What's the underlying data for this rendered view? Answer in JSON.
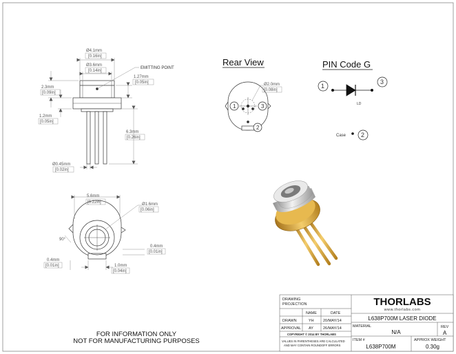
{
  "side_view": {
    "dim_can_dia": "Ø4.1mm",
    "dim_can_dia_in": "[0.16in]",
    "dim_window_dia": "Ø3.6mm",
    "dim_window_dia_in": "[0.14in]",
    "emitting_point": "EMITTING POINT",
    "dim_emit_height": "1.27mm",
    "dim_emit_height_in": "[0.05in]",
    "dim_can_height": "2.3mm",
    "dim_can_height_in": "[0.09in]",
    "dim_flange_height": "1.2mm",
    "dim_flange_height_in": "[0.05in]",
    "dim_lead_length": "6.3mm",
    "dim_lead_length_in": "[0.26in]",
    "dim_lead_dia": "Ø0.45mm",
    "dim_lead_dia_in": "[0.02in]"
  },
  "top_view": {
    "dim_width": "5.6mm",
    "dim_width_in": "[0.22in]",
    "dim_hole": "Ø1.6mm",
    "dim_hole_in": "[0.06in]",
    "dim_angle": "90°",
    "dim_notch": "0.4mm",
    "dim_notch_in": "[0.01in]",
    "dim_left": "0.4mm",
    "dim_left_in": "[0.01in]",
    "dim_key": "1.0mm",
    "dim_key_in": "[0.04in]"
  },
  "rear_view": {
    "title": "Rear View",
    "dim_pin_circle": "Ø2.0mm",
    "dim_pin_circle_in": "[0.08in]",
    "pin1": "1",
    "pin2": "2",
    "pin3": "3"
  },
  "pin_code": {
    "title": "PIN Code G",
    "pin1": "1",
    "pin3": "3",
    "ld_label": "LD",
    "case_label": "Case",
    "case_pin": "2"
  },
  "notice": {
    "line1": "FOR INFORMATION ONLY",
    "line2": "NOT FOR MANUFACTURING PURPOSES"
  },
  "title_block": {
    "drawing_projection": "DRAWING",
    "drawing_projection_2": "PROJECTION",
    "col_name": "NAME",
    "col_date": "DATE",
    "row_drawn": "DRAWN",
    "drawn_name": "YH",
    "drawn_date": "20/MAY/14",
    "row_approval": "APPROVAL",
    "approval_name": "AY",
    "approval_date": "26/MAY/14",
    "copyright": "COPYRIGHT © 2014 BY THORLABS",
    "values_note_1": "VALUES IN PARENTHESES ARE CALCULATED",
    "values_note_2": "AND MAY CONTAIN ROUNDOFF ERRORS",
    "logo": "THORLABS",
    "website": "www.thorlabs.com",
    "part_title": "L638P700M LASER DIODE",
    "material_label": "MATERIAL",
    "material_value": "N/A",
    "rev_label": "REV",
    "rev_value": "A",
    "item_label": "ITEM #",
    "item_value": "L638P700M",
    "weight_label": "APPROX WEIGHT",
    "weight_value": "0.30g"
  }
}
